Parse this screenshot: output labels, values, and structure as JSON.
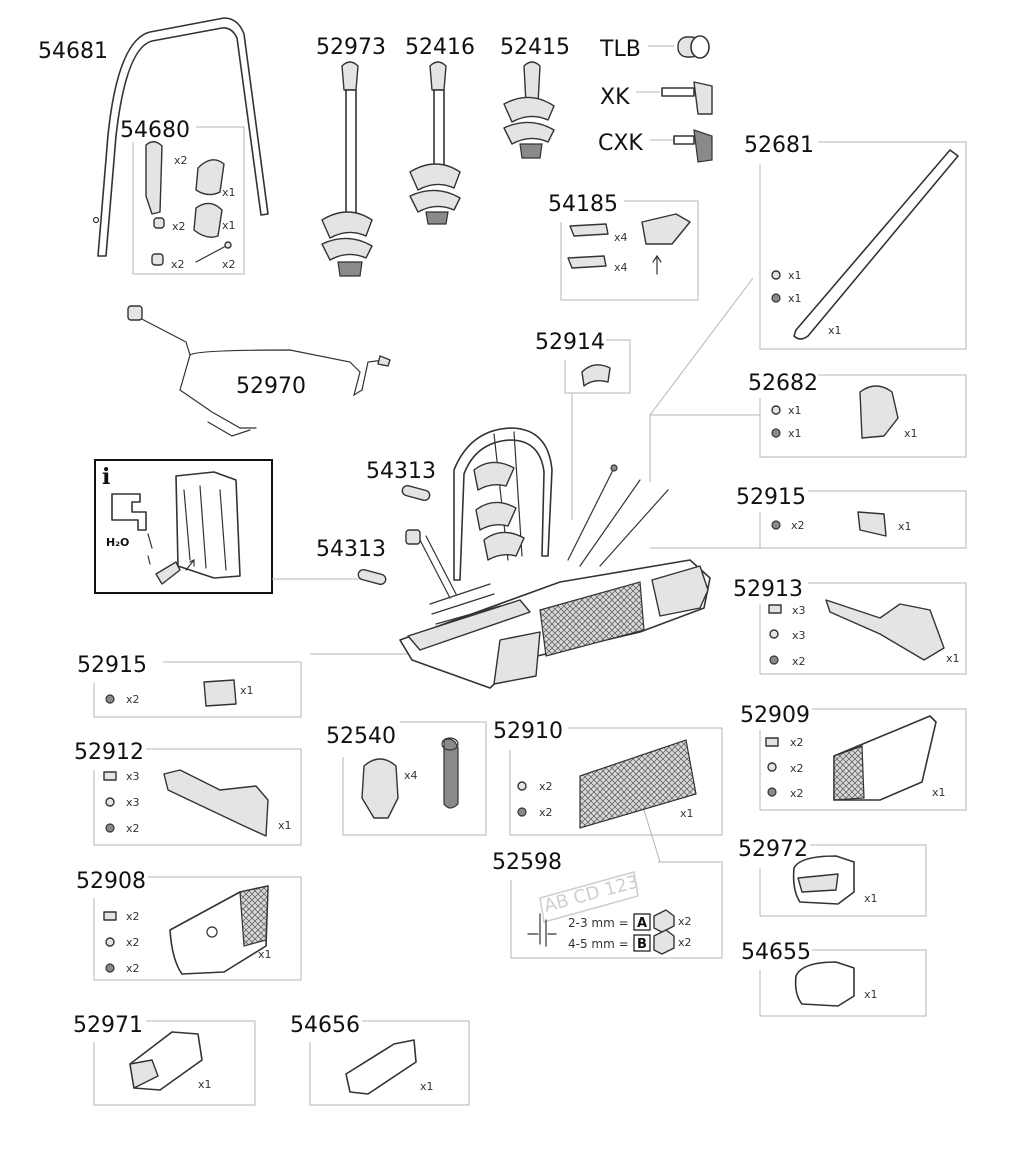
{
  "parts": {
    "p54681": "54681",
    "p54680": "54680",
    "p52973": "52973",
    "p52416": "52416",
    "p52415": "52415",
    "tlb": "TLB",
    "xk": "XK",
    "cxk": "CXK",
    "p54185": "54185",
    "p52681": "52681",
    "p52970": "52970",
    "p52914": "52914",
    "p52682": "52682",
    "p54313a": "54313",
    "p54313b": "54313",
    "p52915a": "52915",
    "p52913": "52913",
    "p52915b": "52915",
    "p52912": "52912",
    "p52540": "52540",
    "p52910": "52910",
    "p52909": "52909",
    "p52598": "52598",
    "p52908": "52908",
    "p52972": "52972",
    "p54655": "54655",
    "p52971": "52971",
    "p54656": "54656"
  },
  "quantities": {
    "q54680": [
      "x2",
      "x1",
      "x2",
      "x1",
      "x2",
      "x2"
    ],
    "q54185": [
      "x4",
      "x4"
    ],
    "q52681": [
      "x1",
      "x1",
      "x1"
    ],
    "q52682": [
      "x1",
      "x1",
      "x1"
    ],
    "q52915a": [
      "x2",
      "x1"
    ],
    "q52913": [
      "x3",
      "x3",
      "x2",
      "x1"
    ],
    "q52915b": [
      "x2",
      "x1"
    ],
    "q52912": [
      "x3",
      "x3",
      "x2",
      "x1"
    ],
    "q52540": [
      "x4"
    ],
    "q52910": [
      "x2",
      "x2",
      "x1"
    ],
    "q52909": [
      "x2",
      "x2",
      "x2",
      "x1"
    ],
    "q52908": [
      "x2",
      "x2",
      "x2",
      "x1"
    ],
    "q52972": [
      "x1"
    ],
    "q54655": [
      "x1"
    ],
    "q52971": [
      "x1"
    ],
    "q54656": [
      "x1"
    ]
  },
  "info_box": {
    "info_icon": "i",
    "water_label": "H₂O"
  },
  "plate_sample": "AB CD 123",
  "spacer_specs": {
    "row_a": "2-3 mm =",
    "letter_a": "A",
    "qty_a": "x2",
    "row_b": "4-5 mm =",
    "letter_b": "B",
    "qty_b": "x2"
  }
}
